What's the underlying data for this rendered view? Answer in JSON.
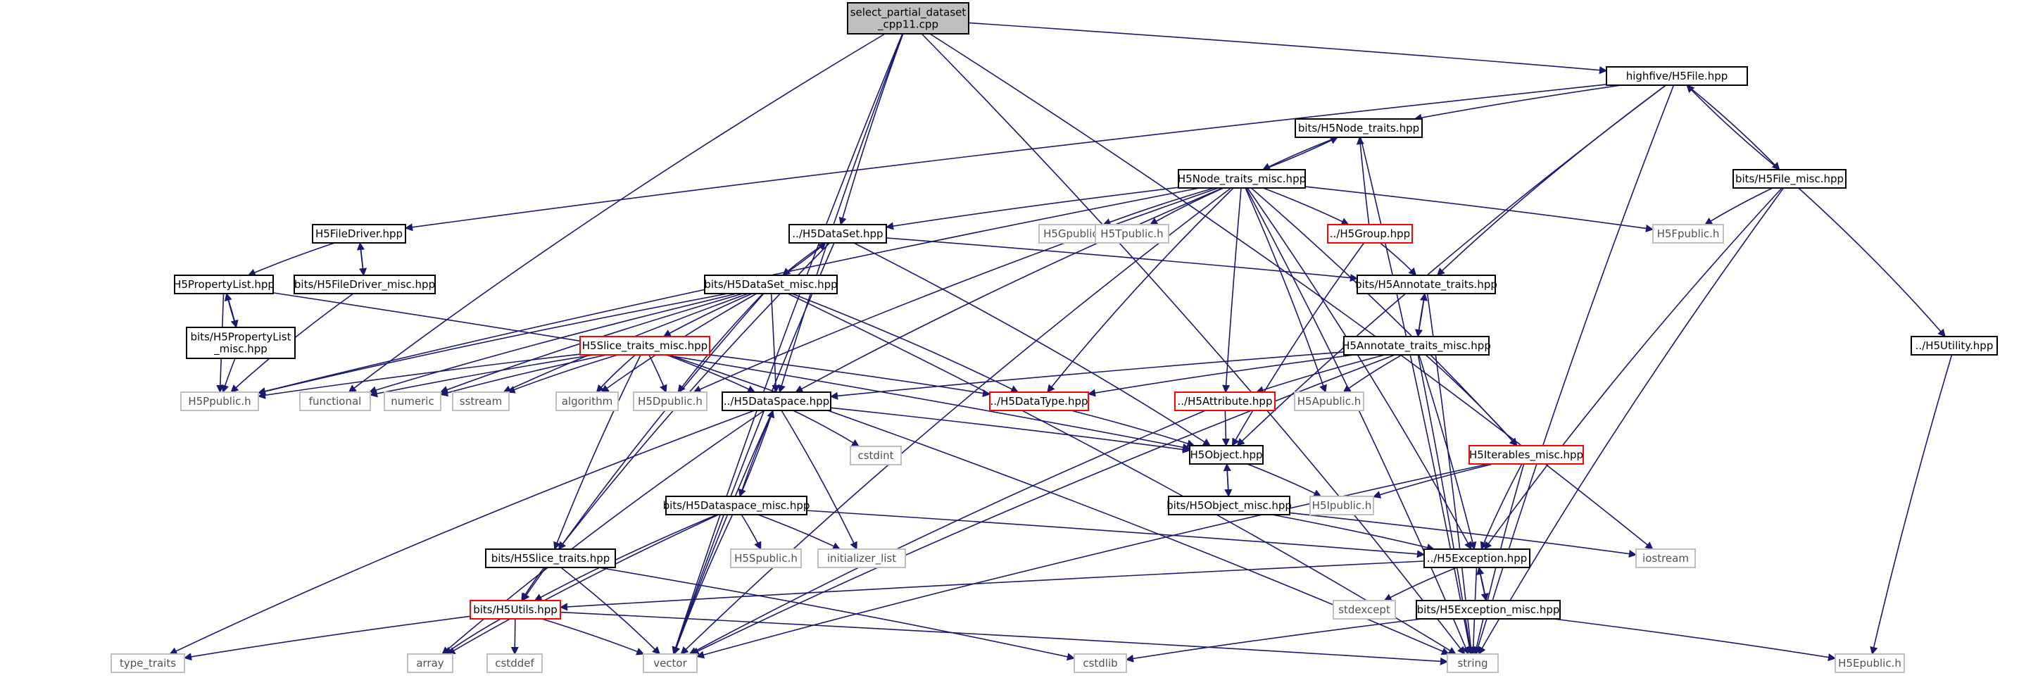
{
  "nodes": [
    {
      "id": "root",
      "label": "select_partial_dataset\n_cpp11.cpp",
      "style": "root"
    },
    {
      "id": "h5file",
      "label": "highfive/H5File.hpp",
      "style": "normal"
    },
    {
      "id": "nodetraits",
      "label": "bits/H5Node_traits.hpp",
      "style": "normal"
    },
    {
      "id": "nodetraitsmisc",
      "label": "H5Node_traits_misc.hpp",
      "style": "normal"
    },
    {
      "id": "filemisc",
      "label": "bits/H5File_misc.hpp",
      "style": "normal"
    },
    {
      "id": "filedriver",
      "label": "H5FileDriver.hpp",
      "style": "normal"
    },
    {
      "id": "filedrivermisc",
      "label": "bits/H5FileDriver_misc.hpp",
      "style": "normal"
    },
    {
      "id": "dataset",
      "label": "../H5DataSet.hpp",
      "style": "normal"
    },
    {
      "id": "datasetmisc",
      "label": "bits/H5DataSet_misc.hpp",
      "style": "normal"
    },
    {
      "id": "proplist",
      "label": "H5PropertyList.hpp",
      "style": "normal"
    },
    {
      "id": "proplistmisc",
      "label": "bits/H5PropertyList\n_misc.hpp",
      "style": "normal"
    },
    {
      "id": "h5ppublic",
      "label": "H5Ppublic.h",
      "style": "gray"
    },
    {
      "id": "functional",
      "label": "functional",
      "style": "gray"
    },
    {
      "id": "numeric",
      "label": "numeric",
      "style": "gray"
    },
    {
      "id": "sstream",
      "label": "sstream",
      "style": "gray"
    },
    {
      "id": "algorithm",
      "label": "algorithm",
      "style": "gray"
    },
    {
      "id": "h5dpublic",
      "label": "H5Dpublic.h",
      "style": "gray"
    },
    {
      "id": "slicetraitsmisc",
      "label": "H5Slice_traits_misc.hpp",
      "style": "red"
    },
    {
      "id": "dataspace",
      "label": "../H5DataSpace.hpp",
      "style": "normal"
    },
    {
      "id": "datatype",
      "label": "../H5DataType.hpp",
      "style": "red"
    },
    {
      "id": "h5gpublic",
      "label": "H5Gpublic.h",
      "style": "gray"
    },
    {
      "id": "h5tpublic",
      "label": "H5Tpublic.h",
      "style": "gray"
    },
    {
      "id": "group",
      "label": "../H5Group.hpp",
      "style": "red"
    },
    {
      "id": "h5fpublic",
      "label": "H5Fpublic.h",
      "style": "gray"
    },
    {
      "id": "annotatetraits",
      "label": "bits/H5Annotate_traits.hpp",
      "style": "normal"
    },
    {
      "id": "annotatemisc",
      "label": "H5Annotate_traits_misc.hpp",
      "style": "normal"
    },
    {
      "id": "attribute",
      "label": "../H5Attribute.hpp",
      "style": "red"
    },
    {
      "id": "h5apublic",
      "label": "H5Apublic.h",
      "style": "gray"
    },
    {
      "id": "utility",
      "label": "../H5Utility.hpp",
      "style": "normal"
    },
    {
      "id": "object",
      "label": "H5Object.hpp",
      "style": "normal"
    },
    {
      "id": "iterablesmisc",
      "label": "H5Iterables_misc.hpp",
      "style": "red"
    },
    {
      "id": "h5ipublic",
      "label": "H5Ipublic.h",
      "style": "gray"
    },
    {
      "id": "cstdint",
      "label": "cstdint",
      "style": "gray"
    },
    {
      "id": "dataspacemisc",
      "label": "bits/H5Dataspace_misc.hpp",
      "style": "normal"
    },
    {
      "id": "objectmisc",
      "label": "bits/H5Object_misc.hpp",
      "style": "normal"
    },
    {
      "id": "iostream",
      "label": "iostream",
      "style": "gray"
    },
    {
      "id": "h5spublic",
      "label": "H5Spublic.h",
      "style": "gray"
    },
    {
      "id": "initlist",
      "label": "initializer_list",
      "style": "gray"
    },
    {
      "id": "slicetraits",
      "label": "bits/H5Slice_traits.hpp",
      "style": "normal"
    },
    {
      "id": "exception",
      "label": "../H5Exception.hpp",
      "style": "normal"
    },
    {
      "id": "stdexcept",
      "label": "stdexcept",
      "style": "gray"
    },
    {
      "id": "exceptionmisc",
      "label": "bits/H5Exception_misc.hpp",
      "style": "normal"
    },
    {
      "id": "utils",
      "label": "bits/H5Utils.hpp",
      "style": "red"
    },
    {
      "id": "typetraits",
      "label": "type_traits",
      "style": "gray"
    },
    {
      "id": "array",
      "label": "array",
      "style": "gray"
    },
    {
      "id": "cstddef",
      "label": "cstddef",
      "style": "gray"
    },
    {
      "id": "vector",
      "label": "vector",
      "style": "gray"
    },
    {
      "id": "cstdlib",
      "label": "cstdlib",
      "style": "gray"
    },
    {
      "id": "string",
      "label": "string",
      "style": "gray"
    },
    {
      "id": "h5epublic",
      "label": "H5Epublic.h",
      "style": "gray"
    }
  ],
  "edges": [
    [
      "root",
      "h5file"
    ],
    [
      "root",
      "dataset"
    ],
    [
      "root",
      "dataspace"
    ],
    [
      "root",
      "functional"
    ],
    [
      "root",
      "vector"
    ],
    [
      "root",
      "string"
    ],
    [
      "root",
      "iostream"
    ],
    [
      "h5file",
      "nodetraits"
    ],
    [
      "h5file",
      "filemisc"
    ],
    [
      "h5file",
      "filedriver"
    ],
    [
      "h5file",
      "annotatetraits"
    ],
    [
      "h5file",
      "object"
    ],
    [
      "h5file",
      "string"
    ],
    [
      "filemisc",
      "h5file"
    ],
    [
      "filemisc",
      "h5fpublic"
    ],
    [
      "filemisc",
      "utility"
    ],
    [
      "filemisc",
      "exception"
    ],
    [
      "filemisc",
      "string"
    ],
    [
      "utility",
      "h5epublic"
    ],
    [
      "nodetraits",
      "nodetraitsmisc"
    ],
    [
      "nodetraits",
      "string"
    ],
    [
      "nodetraitsmisc",
      "nodetraits"
    ],
    [
      "nodetraitsmisc",
      "dataset"
    ],
    [
      "nodetraitsmisc",
      "h5gpublic"
    ],
    [
      "nodetraitsmisc",
      "h5tpublic"
    ],
    [
      "nodetraitsmisc",
      "group"
    ],
    [
      "nodetraitsmisc",
      "h5fpublic"
    ],
    [
      "nodetraitsmisc",
      "h5ppublic"
    ],
    [
      "nodetraitsmisc",
      "h5dpublic"
    ],
    [
      "nodetraitsmisc",
      "dataspace"
    ],
    [
      "nodetraitsmisc",
      "datatype"
    ],
    [
      "nodetraitsmisc",
      "attribute"
    ],
    [
      "nodetraitsmisc",
      "h5apublic"
    ],
    [
      "nodetraitsmisc",
      "iterablesmisc"
    ],
    [
      "nodetraitsmisc",
      "exception"
    ],
    [
      "nodetraitsmisc",
      "vector"
    ],
    [
      "nodetraitsmisc",
      "string"
    ],
    [
      "group",
      "nodetraits"
    ],
    [
      "group",
      "annotatetraits"
    ],
    [
      "group",
      "object"
    ],
    [
      "filedriver",
      "proplist"
    ],
    [
      "filedriver",
      "filedrivermisc"
    ],
    [
      "filedrivermisc",
      "filedriver"
    ],
    [
      "filedrivermisc",
      "h5ppublic"
    ],
    [
      "proplist",
      "proplistmisc"
    ],
    [
      "proplist",
      "h5ppublic"
    ],
    [
      "proplist",
      "object"
    ],
    [
      "proplistmisc",
      "proplist"
    ],
    [
      "proplistmisc",
      "h5ppublic"
    ],
    [
      "dataset",
      "datasetmisc"
    ],
    [
      "dataset",
      "annotatetraits"
    ],
    [
      "dataset",
      "object"
    ],
    [
      "dataset",
      "slicetraits"
    ],
    [
      "dataset",
      "vector"
    ],
    [
      "datasetmisc",
      "dataset"
    ],
    [
      "datasetmisc",
      "h5ppublic"
    ],
    [
      "datasetmisc",
      "functional"
    ],
    [
      "datasetmisc",
      "numeric"
    ],
    [
      "datasetmisc",
      "sstream"
    ],
    [
      "datasetmisc",
      "algorithm"
    ],
    [
      "datasetmisc",
      "h5dpublic"
    ],
    [
      "datasetmisc",
      "slicetraitsmisc"
    ],
    [
      "datasetmisc",
      "dataspace"
    ],
    [
      "datasetmisc",
      "datatype"
    ],
    [
      "datasetmisc",
      "utils"
    ],
    [
      "datasetmisc",
      "string"
    ],
    [
      "slicetraitsmisc",
      "h5ppublic"
    ],
    [
      "slicetraitsmisc",
      "functional"
    ],
    [
      "slicetraitsmisc",
      "numeric"
    ],
    [
      "slicetraitsmisc",
      "sstream"
    ],
    [
      "slicetraitsmisc",
      "algorithm"
    ],
    [
      "slicetraitsmisc",
      "h5dpublic"
    ],
    [
      "slicetraitsmisc",
      "dataspace"
    ],
    [
      "slicetraitsmisc",
      "datatype"
    ],
    [
      "slicetraitsmisc",
      "slicetraits"
    ],
    [
      "slicetraitsmisc",
      "string"
    ],
    [
      "annotatetraits",
      "annotatemisc"
    ],
    [
      "annotatetraits",
      "string"
    ],
    [
      "annotatemisc",
      "annotatetraits"
    ],
    [
      "annotatemisc",
      "dataspace"
    ],
    [
      "annotatemisc",
      "datatype"
    ],
    [
      "annotatemisc",
      "attribute"
    ],
    [
      "annotatemisc",
      "h5apublic"
    ],
    [
      "annotatemisc",
      "iterablesmisc"
    ],
    [
      "annotatemisc",
      "exception"
    ],
    [
      "annotatemisc",
      "vector"
    ],
    [
      "annotatemisc",
      "string"
    ],
    [
      "attribute",
      "object"
    ],
    [
      "attribute",
      "vector"
    ],
    [
      "datatype",
      "object"
    ],
    [
      "dataspace",
      "object"
    ],
    [
      "dataspace",
      "cstdint"
    ],
    [
      "dataspace",
      "dataspacemisc"
    ],
    [
      "dataspace",
      "initlist"
    ],
    [
      "dataspace",
      "vector"
    ],
    [
      "dataspace",
      "array"
    ],
    [
      "dataspace",
      "typetraits"
    ],
    [
      "dataspacemisc",
      "dataspace"
    ],
    [
      "dataspacemisc",
      "h5spublic"
    ],
    [
      "dataspacemisc",
      "initlist"
    ],
    [
      "dataspacemisc",
      "exception"
    ],
    [
      "dataspacemisc",
      "utils"
    ],
    [
      "dataspacemisc",
      "array"
    ],
    [
      "dataspacemisc",
      "vector"
    ],
    [
      "object",
      "objectmisc"
    ],
    [
      "object",
      "h5ipublic"
    ],
    [
      "objectmisc",
      "object"
    ],
    [
      "objectmisc",
      "exception"
    ],
    [
      "objectmisc",
      "iostream"
    ],
    [
      "iterablesmisc",
      "h5ipublic"
    ],
    [
      "iterablesmisc",
      "exception"
    ],
    [
      "iterablesmisc",
      "vector"
    ],
    [
      "iterablesmisc",
      "string"
    ],
    [
      "slicetraits",
      "utils"
    ],
    [
      "slicetraits",
      "vector"
    ],
    [
      "slicetraits",
      "cstdlib"
    ],
    [
      "exception",
      "exceptionmisc"
    ],
    [
      "exception",
      "stdexcept"
    ],
    [
      "exception",
      "string"
    ],
    [
      "exception",
      "utils"
    ],
    [
      "exceptionmisc",
      "exception"
    ],
    [
      "exceptionmisc",
      "cstdlib"
    ],
    [
      "exceptionmisc",
      "h5epublic"
    ],
    [
      "utils",
      "typetraits"
    ],
    [
      "utils",
      "array"
    ],
    [
      "utils",
      "cstddef"
    ],
    [
      "utils",
      "vector"
    ],
    [
      "utils",
      "string"
    ]
  ],
  "colors": {
    "edge": "#191970",
    "root_fill": "#bfbfbf",
    "normal_border": "#000000",
    "external_border": "#bfbfbf",
    "incomplete_border": "#ff0000"
  }
}
